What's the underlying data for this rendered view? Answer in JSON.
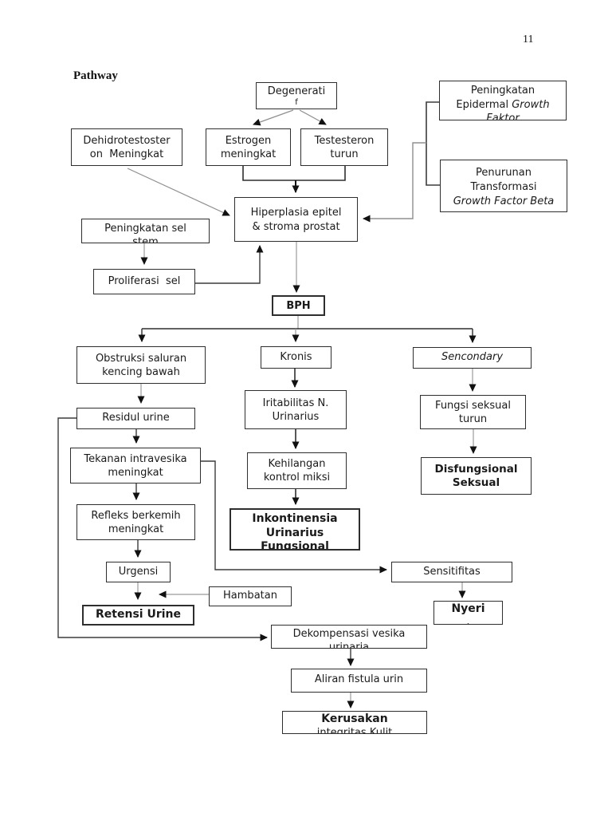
{
  "page": {
    "number": "11",
    "title": "Pathway"
  },
  "colors": {
    "ink": "#1a1a1a",
    "line_dark": "#3b3b3b",
    "line_light": "#8f8f8f",
    "background": "#ffffff"
  },
  "nodes": {
    "degeneratif": {
      "l1": "Degenerati",
      "l2": "f"
    },
    "egf": {
      "l1": "Peningkatan",
      "l2a": "Epidermal ",
      "l2b": "Growth",
      "l3": "Faktor"
    },
    "dehidro": {
      "l1": "Dehidrotestoster",
      "l2": "on  Meningkat"
    },
    "estrogen": {
      "l1": "Estrogen",
      "l2": "meningkat"
    },
    "testesteron": {
      "l1": "Testesteron",
      "l2": "turun"
    },
    "tgfb": {
      "l1": "Penurunan",
      "l2": "Transformasi",
      "l3": "Growth Factor Beta"
    },
    "hiperplasia": {
      "l1": "Hiperplasia epitel",
      "l2": "& stroma prostat"
    },
    "selstem": {
      "l1": "Peningkatan sel",
      "l2": "stem"
    },
    "proliferasi": {
      "l1": "Proliferasi  sel"
    },
    "bph": {
      "l1": "BPH"
    },
    "obstruksi": {
      "l1": "Obstruksi saluran",
      "l2": "kencing bawah"
    },
    "kronis": {
      "l1": "Kronis"
    },
    "sencondary": {
      "l1": "Sencondary"
    },
    "iritabilitas": {
      "l1": "Iritabilitas N.",
      "l2": "Urinarius"
    },
    "fungsiseksual": {
      "l1": "Fungsi seksual",
      "l2": "turun"
    },
    "residul": {
      "l1": "Residul urine"
    },
    "tekanan": {
      "l1": "Tekanan intravesika",
      "l2": "meningkat"
    },
    "kehilangan": {
      "l1": "Kehilangan",
      "l2": "kontrol miksi"
    },
    "disfungsional": {
      "l1": "Disfungsional",
      "l2": "Seksual"
    },
    "refleks": {
      "l1": "Refleks berkemih",
      "l2": "meningkat"
    },
    "inkontinensia": {
      "l1": "Inkontinensia",
      "l2": "Urinarius",
      "l3": "Fungsional"
    },
    "urgensi": {
      "l1": "Urgensi"
    },
    "sensitifitas": {
      "l1": "Sensitifitas"
    },
    "hambatan": {
      "l1": "Hambatan"
    },
    "retensi": {
      "l1": "Retensi Urine"
    },
    "nyeri": {
      "l1": "Nyeri",
      "l2": "."
    },
    "dekompensasi": {
      "l1": "Dekompensasi vesika",
      "l2": "urinaria"
    },
    "aliran": {
      "l1": "Aliran fistula urin"
    },
    "kerusakan": {
      "l1": "Kerusakan",
      "l2": "integritas Kulit"
    }
  },
  "edges": [
    {
      "from": "degeneratif",
      "to": "estrogen"
    },
    {
      "from": "degeneratif",
      "to": "testesteron"
    },
    {
      "from": "estrogen",
      "to": "hiperplasia"
    },
    {
      "from": "testesteron",
      "to": "hiperplasia"
    },
    {
      "from": "dehidro",
      "to": "hiperplasia"
    },
    {
      "from": "egf",
      "to": "hiperplasia"
    },
    {
      "from": "tgfb",
      "to": "hiperplasia"
    },
    {
      "from": "selstem",
      "to": "proliferasi"
    },
    {
      "from": "proliferasi",
      "to": "hiperplasia"
    },
    {
      "from": "hiperplasia",
      "to": "bph"
    },
    {
      "from": "bph",
      "to": "obstruksi"
    },
    {
      "from": "bph",
      "to": "kronis"
    },
    {
      "from": "bph",
      "to": "sencondary"
    },
    {
      "from": "obstruksi",
      "to": "residul"
    },
    {
      "from": "residul",
      "to": "tekanan"
    },
    {
      "from": "tekanan",
      "to": "refleks"
    },
    {
      "from": "refleks",
      "to": "urgensi"
    },
    {
      "from": "urgensi",
      "to": "retensi"
    },
    {
      "from": "hambatan",
      "to": "retensi"
    },
    {
      "from": "residul",
      "to": "dekompensasi"
    },
    {
      "from": "tekanan",
      "to": "sensitifitas"
    },
    {
      "from": "sensitifitas",
      "to": "nyeri"
    },
    {
      "from": "kronis",
      "to": "iritabilitas"
    },
    {
      "from": "iritabilitas",
      "to": "kehilangan"
    },
    {
      "from": "kehilangan",
      "to": "inkontinensia"
    },
    {
      "from": "sencondary",
      "to": "fungsiseksual"
    },
    {
      "from": "fungsiseksual",
      "to": "disfungsional"
    },
    {
      "from": "dekompensasi",
      "to": "aliran"
    },
    {
      "from": "aliran",
      "to": "kerusakan"
    }
  ]
}
